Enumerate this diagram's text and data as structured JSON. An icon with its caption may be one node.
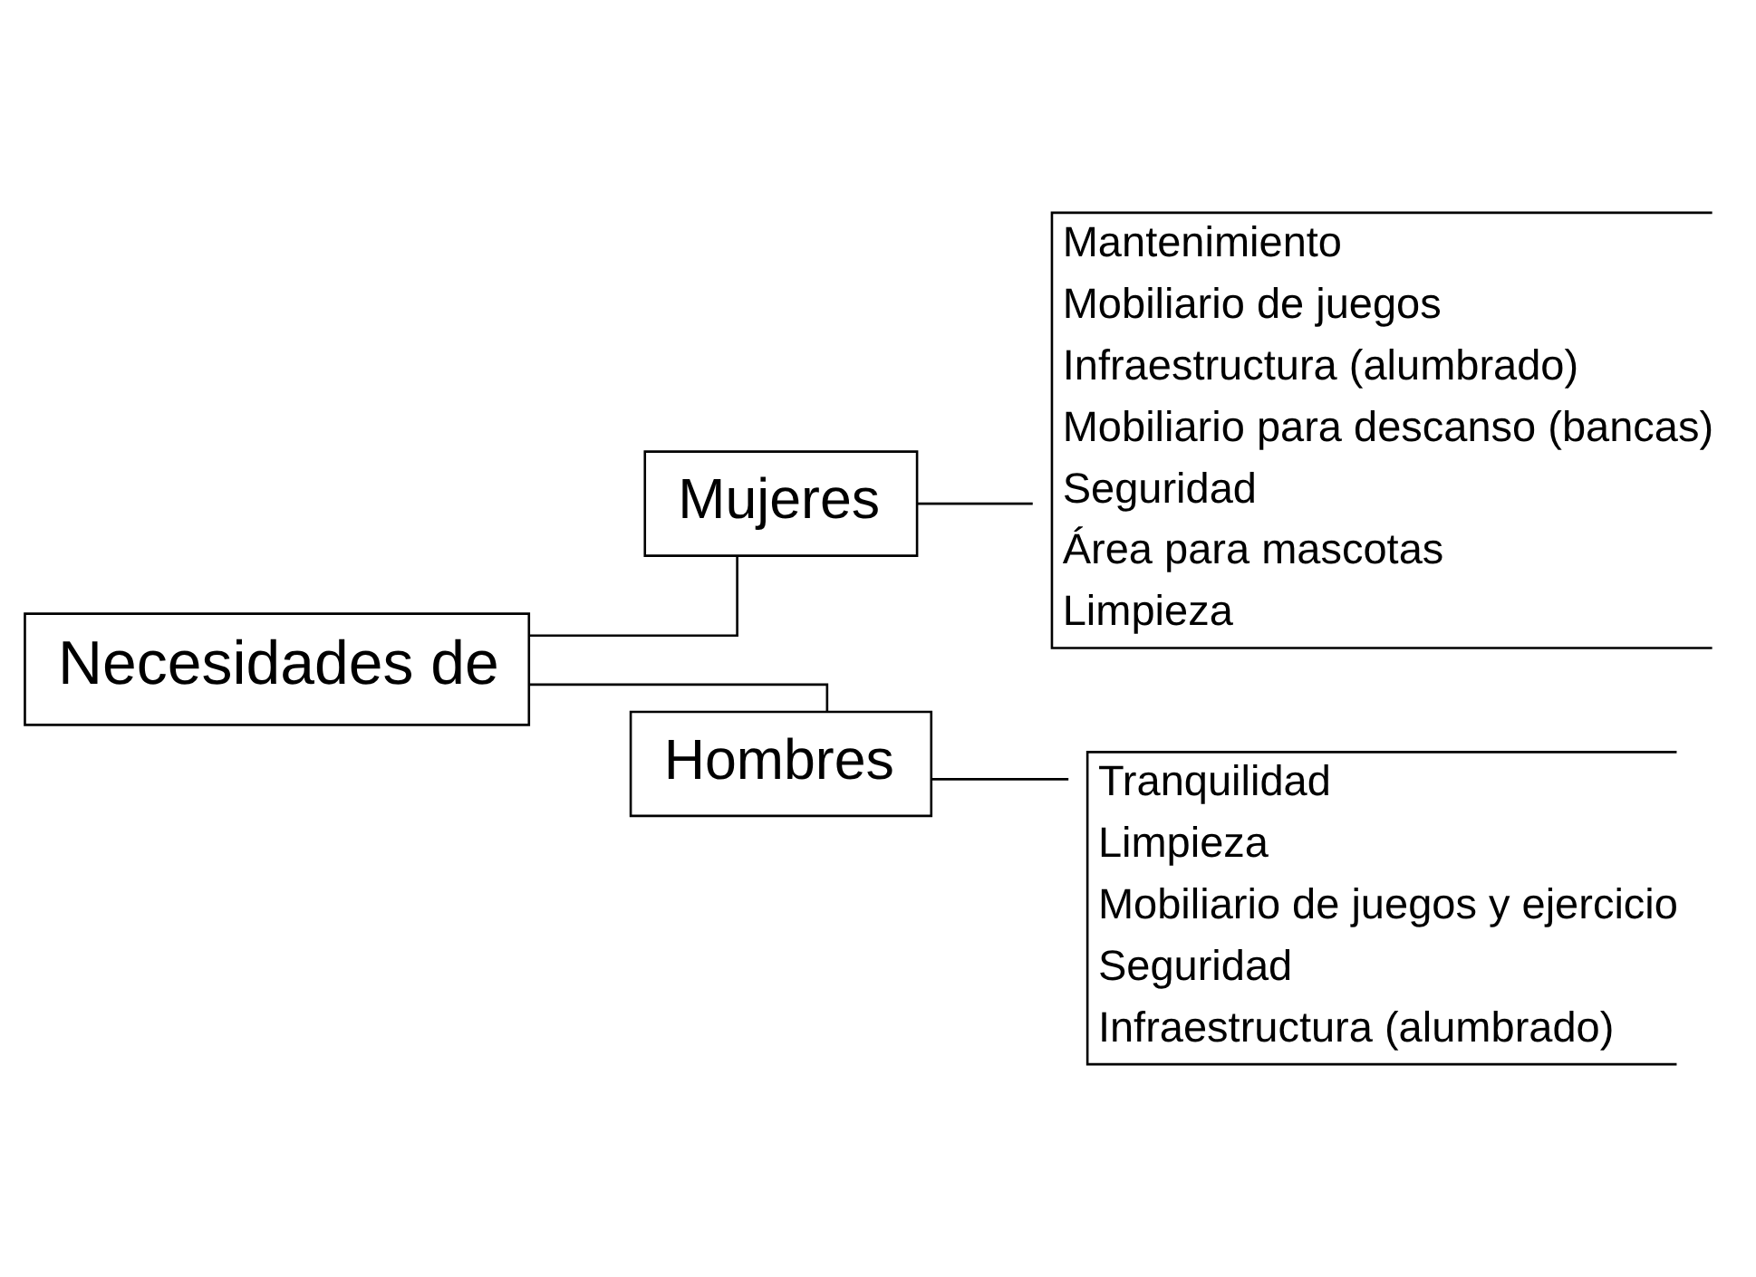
{
  "diagram": {
    "nodes": [
      {
        "text": [
          "Necesidades de"
        ]
      },
      {
        "text": [
          "Mujeres"
        ]
      },
      {
        "text": [
          "Mantenimiento",
          "Mobiliario de juegos",
          "Infraestructura (alumbrado)",
          "Mobiliario para descanso (bancas)",
          "Seguridad",
          "Área para mascotas",
          "Limpieza"
        ]
      },
      {
        "text": [
          "Hombres"
        ]
      },
      {
        "text": [
          "Tranquilidad",
          "Limpieza",
          "Mobiliario de juegos y ejercicio",
          "Seguridad",
          "Infraestructura (alumbrado)"
        ]
      }
    ],
    "edges": [
      {
        "from": 0,
        "to": 1,
        "arrow": "none"
      },
      {
        "from": 0,
        "to": 3,
        "arrow": "none"
      },
      {
        "from": 1,
        "to": 2,
        "arrow": "none"
      },
      {
        "from": 3,
        "to": 4,
        "arrow": "none"
      }
    ]
  }
}
